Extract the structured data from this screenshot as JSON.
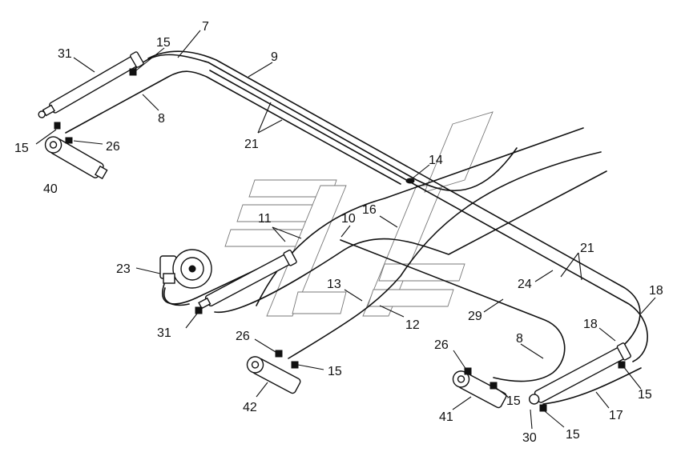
{
  "callouts": {
    "c7": "7",
    "c31_top": "31",
    "c15_top": "15",
    "c9": "9",
    "c8_top": "8",
    "c21_top": "21",
    "c15_left": "15",
    "c26_left": "26",
    "c40": "40",
    "c14": "14",
    "c11": "11",
    "c10": "10",
    "c16": "16",
    "c23": "23",
    "c13": "13",
    "c12": "12",
    "c31_mid": "31",
    "c26_mid": "26",
    "c15_mid": "15",
    "c42": "42",
    "c21_right": "21",
    "c24": "24",
    "c29": "29",
    "c18_top": "18",
    "c18_mid": "18",
    "c8_right": "8",
    "c26_right": "26",
    "c15_right1": "15",
    "c15_right2": "15",
    "c41": "41",
    "c17": "17",
    "c30": "30",
    "c15_bottom": "15"
  }
}
